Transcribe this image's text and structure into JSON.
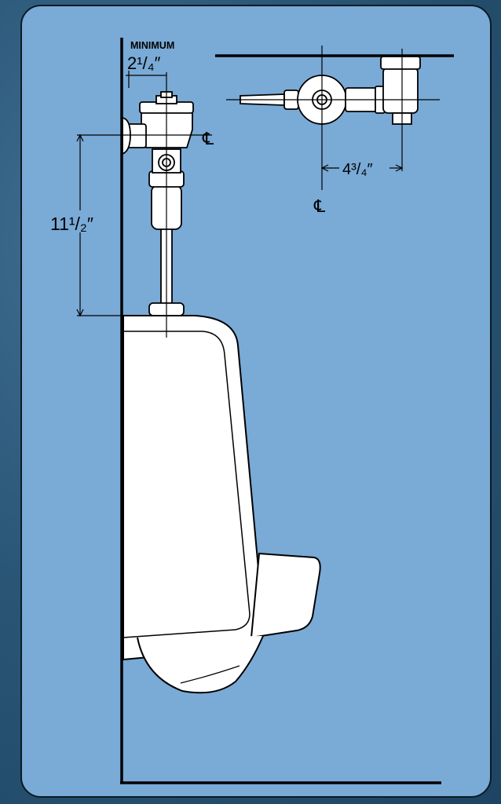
{
  "labels": {
    "minimum": "MINIMUM",
    "clearance": "2¹/₄″",
    "height": "11¹/₂″",
    "offset": "4³/₄″",
    "centerline_side": "℄",
    "centerline_top": "℄"
  },
  "colors": {
    "panel": "#7aaad6",
    "background": "#2a5676",
    "line": "#000000",
    "fixture": "#ffffff"
  }
}
